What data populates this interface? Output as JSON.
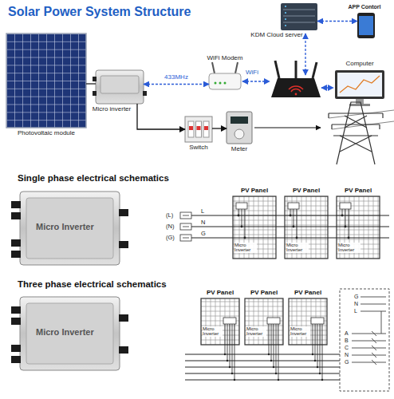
{
  "diagram": {
    "title": "Solar Power System Structure",
    "nodes": [
      {
        "text": [
          "Photovoltaic module"
        ]
      },
      {
        "text": [
          "Micro inverter"
        ]
      },
      {
        "text": [
          "WiFi Modem"
        ]
      },
      {
        "text": [
          "KDM Cloud server"
        ]
      },
      {
        "text": [
          "APP Contorl"
        ]
      },
      {
        "text": [
          "Computer"
        ]
      },
      {
        "text": [
          "Switch"
        ]
      },
      {
        "text": [
          "Meter"
        ]
      },
      {
        "text": [
          "Micro Inverter"
        ]
      },
      {
        "text": [
          "PV Panel"
        ]
      },
      {
        "text": [
          "PV Panel"
        ]
      },
      {
        "text": [
          "PV Panel"
        ]
      },
      {
        "text": [
          "Micro Inverter"
        ]
      },
      {
        "text": [
          "PV Panel"
        ]
      },
      {
        "text": [
          "PV Panel"
        ]
      },
      {
        "text": [
          "PV Panel"
        ]
      }
    ],
    "edges": [
      {
        "from": 0,
        "to": 1,
        "arrow": "none"
      },
      {
        "from": 1,
        "to": 2,
        "label": "433MHz",
        "arrow": "both"
      },
      {
        "from": 1,
        "to": 6,
        "arrow": "to"
      },
      {
        "from": 6,
        "to": 7,
        "arrow": "to"
      },
      {
        "from": 3,
        "to": 4,
        "arrow": "both"
      }
    ],
    "labels": [
      "WiFi",
      "Single phase electrical schematics",
      "(L)",
      "(N)",
      "(G)",
      "L",
      "N",
      "G",
      "Micro Inverter",
      "Micro Inverter",
      "Micro Inverter",
      "Three phase electrical schematics",
      "Micro Inverter",
      "Micro Inverter",
      "Micro Inverter",
      "G",
      "N",
      "L",
      "A",
      "B",
      "C",
      "N",
      "G"
    ]
  }
}
